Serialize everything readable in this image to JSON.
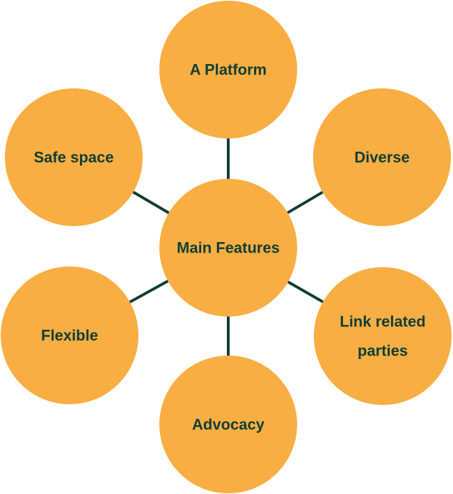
{
  "colors": {
    "node_fill": "#F8AE42",
    "connector": "#0F3D36",
    "label": "#0F3D36"
  },
  "center": {
    "label": [
      "Main Features"
    ]
  },
  "nodes": [
    {
      "id": "a-platform",
      "label": [
        "A Platform"
      ]
    },
    {
      "id": "diverse",
      "label": [
        "Diverse"
      ]
    },
    {
      "id": "link-related-parties",
      "label": [
        "Link related",
        "parties"
      ]
    },
    {
      "id": "advocacy",
      "label": [
        "Advocacy"
      ]
    },
    {
      "id": "flexible",
      "label": [
        "Flexible"
      ]
    },
    {
      "id": "safe-space",
      "label": [
        "Safe space"
      ]
    }
  ]
}
